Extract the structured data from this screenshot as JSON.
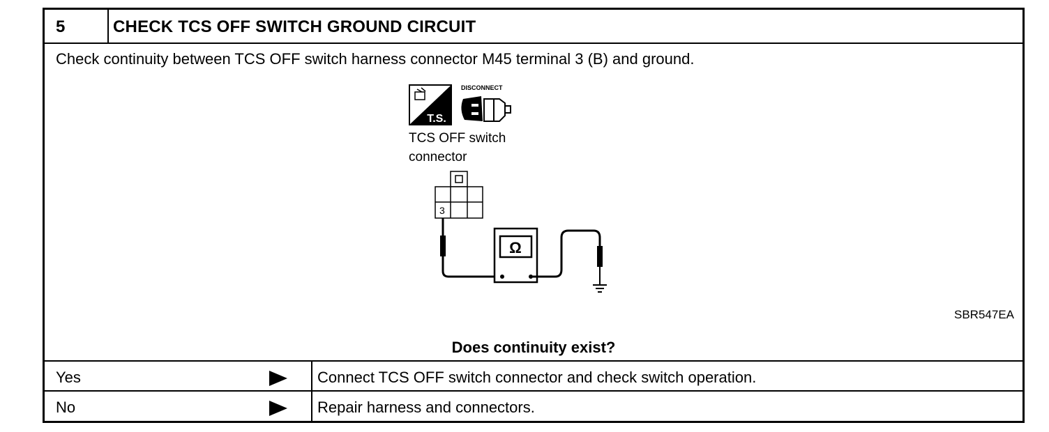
{
  "header": {
    "step_number": "5",
    "title": "CHECK TCS OFF SWITCH GROUND CIRCUIT"
  },
  "instruction": "Check continuity between TCS OFF switch harness connector M45 terminal 3 (B) and ground.",
  "diagram": {
    "badge_ts_label": "T.S.",
    "disconnect_label": "DISCONNECT",
    "connector_label_line1": "TCS OFF switch",
    "connector_label_line2": "connector",
    "terminal_number": "3",
    "meter_symbol": "Ω",
    "figure_code": "SBR547EA"
  },
  "question": "Does continuity exist?",
  "results": [
    {
      "label": "Yes",
      "action": "Connect TCS OFF switch connector and check switch operation."
    },
    {
      "label": "No",
      "action": "Repair harness and connectors."
    }
  ]
}
